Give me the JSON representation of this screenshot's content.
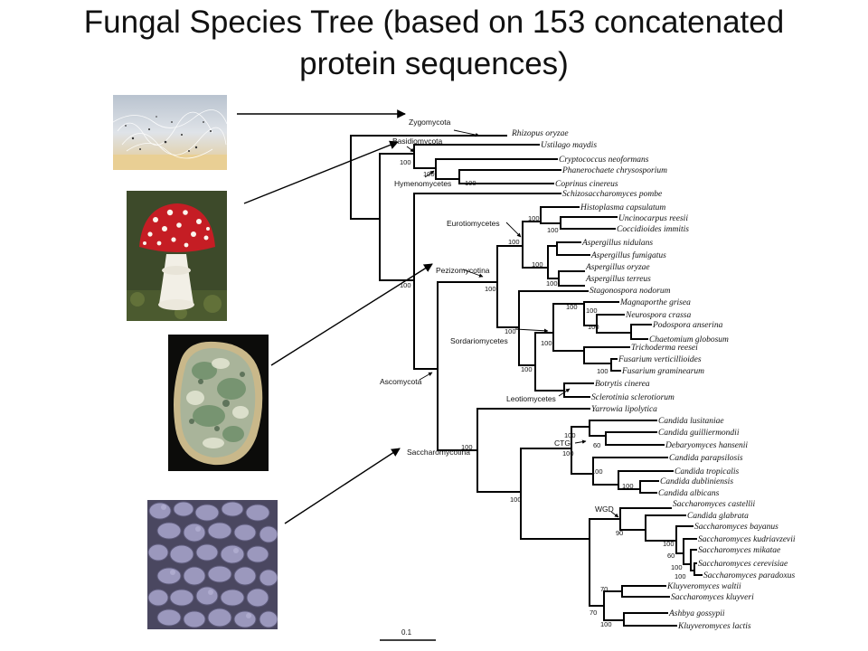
{
  "title": {
    "line1": "Fungal Species Tree (based on 153 concatenated",
    "line2": "protein sequences)"
  },
  "photos": [
    {
      "name": "mold-photo-icon"
    },
    {
      "name": "mushroom-photo-icon"
    },
    {
      "name": "moldy-bread-photo-icon"
    },
    {
      "name": "yeast-photo-icon"
    }
  ],
  "groups": {
    "zygomycota": "Zygomycota",
    "basidiomycota": "Basidiomycota",
    "hymenomycetes": "Hymenomycetes",
    "eurotiomycetes": "Eurotiomycetes",
    "pezizomycotina": "Pezizomycotina",
    "sordariomycetes": "Sordariomycetes",
    "ascomycota": "Ascomycota",
    "leotiomycetes": "Leotiomycetes",
    "saccharomycotina": "Saccharomycotina",
    "ctg": "CTG",
    "wgd": "WGD"
  },
  "taxa": [
    "Rhizopus oryzae",
    "Ustilago maydis",
    "Cryptococcus neoformans",
    "Phanerochaete chrysosporium",
    "Coprinus cinereus",
    "Schizosaccharomyces pombe",
    "Histoplasma capsulatum",
    "Uncinocarpus reesii",
    "Coccidioides immitis",
    "Aspergillus nidulans",
    "Aspergillus fumigatus",
    "Aspergillus oryzae",
    "Aspergillus terreus",
    "Stagonospora nodorum",
    "Magnaporthe grisea",
    "Neurospora crassa",
    "Podospora anserina",
    "Chaetomium globosum",
    "Trichoderma reesei",
    "Fusarium verticillioides",
    "Fusarium graminearum",
    "Botrytis cinerea",
    "Sclerotinia sclerotiorum",
    "Yarrowia lipolytica",
    "Candida lusitaniae",
    "Candida guilliermondii",
    "Debaryomyces hansenii",
    "Candida parapsilosis",
    "Candida tropicalis",
    "Candida dubliniensis",
    "Candida albicans",
    "Saccharomyces castellii",
    "Candida glabrata",
    "Saccharomyces bayanus",
    "Saccharomyces kudriavzevii",
    "Saccharomyces mikatae",
    "Saccharomyces cerevisiae",
    "Saccharomyces paradoxus",
    "Kluyveromyces waltii",
    "Saccharomyces kluyveri",
    "Ashbya gossypii",
    "Kluyveromyces lactis"
  ],
  "bootstrap": {
    "basidio": "100",
    "hymeno": "100",
    "coprinus": "100",
    "euro": "100",
    "onygen": "100",
    "asp": "100",
    "asp2": "100",
    "asp3": "100",
    "pezizo": "100",
    "asco": "100",
    "sord": "100",
    "sordA": "100",
    "sordB": "100",
    "sordC": "100",
    "sordD": "100",
    "sordE": "100",
    "sordF": "100",
    "sacch": "100",
    "ctg": "100",
    "ctg2": "60",
    "ctg3": "100",
    "ctg4": "100",
    "ctg5": "100",
    "sacch2": "100",
    "wgd": "90",
    "wgd2": "100",
    "wgd3": "60",
    "wgd4": "100",
    "wgd5": "100",
    "kluy": "70",
    "kluy2": "70",
    "kluy3": "100"
  },
  "scale": "0.1"
}
